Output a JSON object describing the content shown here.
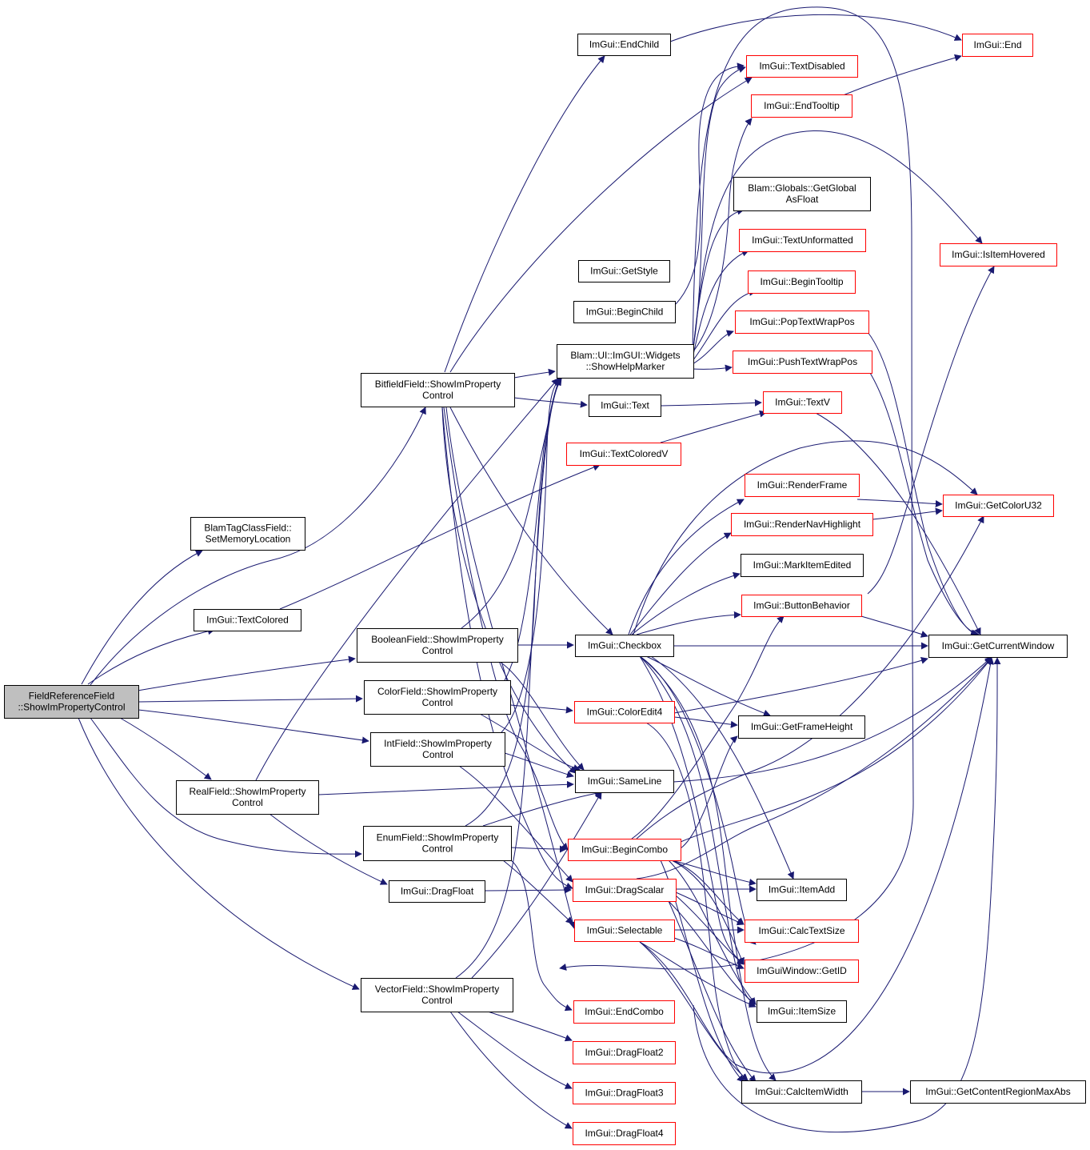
{
  "colors": {
    "edge": "#191970",
    "node_border": "#000000",
    "truncated_border": "#ff0000",
    "root_fill": "#bfbfbf",
    "node_fill": "#ffffff"
  },
  "nodes": [
    {
      "id": "root",
      "lines": [
        "FieldReferenceField",
        "::ShowImPropertyControl"
      ],
      "style": "root"
    },
    {
      "id": "blamtag_setmem",
      "lines": [
        "BlamTagClassField::",
        "SetMemoryLocation"
      ],
      "style": "normal"
    },
    {
      "id": "textcolored",
      "lines": [
        "ImGui::TextColored"
      ],
      "style": "normal"
    },
    {
      "id": "realfield",
      "lines": [
        "RealField::ShowImProperty",
        "Control"
      ],
      "style": "normal"
    },
    {
      "id": "bitfield",
      "lines": [
        "BitfieldField::ShowImProperty",
        "Control"
      ],
      "style": "normal"
    },
    {
      "id": "booleanfield",
      "lines": [
        "BooleanField::ShowImProperty",
        "Control"
      ],
      "style": "normal"
    },
    {
      "id": "colorfield",
      "lines": [
        "ColorField::ShowImProperty",
        "Control"
      ],
      "style": "normal"
    },
    {
      "id": "intfield",
      "lines": [
        "IntField::ShowImProperty",
        "Control"
      ],
      "style": "normal"
    },
    {
      "id": "enumfield",
      "lines": [
        "EnumField::ShowImProperty",
        "Control"
      ],
      "style": "normal"
    },
    {
      "id": "dragfloat",
      "lines": [
        "ImGui::DragFloat"
      ],
      "style": "normal"
    },
    {
      "id": "vectorfield",
      "lines": [
        "VectorField::ShowImProperty",
        "Control"
      ],
      "style": "normal"
    },
    {
      "id": "endchild",
      "lines": [
        "ImGui::EndChild"
      ],
      "style": "normal"
    },
    {
      "id": "getstyle",
      "lines": [
        "ImGui::GetStyle"
      ],
      "style": "normal"
    },
    {
      "id": "beginchild",
      "lines": [
        "ImGui::BeginChild"
      ],
      "style": "normal"
    },
    {
      "id": "showhelpmarker",
      "lines": [
        "Blam::UI::ImGUI::Widgets",
        "::ShowHelpMarker"
      ],
      "style": "normal"
    },
    {
      "id": "text",
      "lines": [
        "ImGui::Text"
      ],
      "style": "normal"
    },
    {
      "id": "textcoloredv",
      "lines": [
        "ImGui::TextColoredV"
      ],
      "style": "truncated"
    },
    {
      "id": "checkbox",
      "lines": [
        "ImGui::Checkbox"
      ],
      "style": "normal"
    },
    {
      "id": "coloredit4",
      "lines": [
        "ImGui::ColorEdit4"
      ],
      "style": "truncated"
    },
    {
      "id": "sameline",
      "lines": [
        "ImGui::SameLine"
      ],
      "style": "normal"
    },
    {
      "id": "begincombo",
      "lines": [
        "ImGui::BeginCombo"
      ],
      "style": "truncated"
    },
    {
      "id": "dragscalar",
      "lines": [
        "ImGui::DragScalar"
      ],
      "style": "truncated"
    },
    {
      "id": "selectable",
      "lines": [
        "ImGui::Selectable"
      ],
      "style": "truncated"
    },
    {
      "id": "endcombo",
      "lines": [
        "ImGui::EndCombo"
      ],
      "style": "truncated"
    },
    {
      "id": "dragfloat2",
      "lines": [
        "ImGui::DragFloat2"
      ],
      "style": "truncated"
    },
    {
      "id": "dragfloat3",
      "lines": [
        "ImGui::DragFloat3"
      ],
      "style": "truncated"
    },
    {
      "id": "dragfloat4",
      "lines": [
        "ImGui::DragFloat4"
      ],
      "style": "truncated"
    },
    {
      "id": "textdisabled",
      "lines": [
        "ImGui::TextDisabled"
      ],
      "style": "truncated"
    },
    {
      "id": "endtooltip",
      "lines": [
        "ImGui::EndTooltip"
      ],
      "style": "truncated"
    },
    {
      "id": "getglobalasfloat",
      "lines": [
        "Blam::Globals::GetGlobal",
        "AsFloat"
      ],
      "style": "normal"
    },
    {
      "id": "textunformatted",
      "lines": [
        "ImGui::TextUnformatted"
      ],
      "style": "truncated"
    },
    {
      "id": "begintooltip",
      "lines": [
        "ImGui::BeginTooltip"
      ],
      "style": "truncated"
    },
    {
      "id": "poptextwrappos",
      "lines": [
        "ImGui::PopTextWrapPos"
      ],
      "style": "truncated"
    },
    {
      "id": "pushtextwrappos",
      "lines": [
        "ImGui::PushTextWrapPos"
      ],
      "style": "truncated"
    },
    {
      "id": "textv",
      "lines": [
        "ImGui::TextV"
      ],
      "style": "truncated"
    },
    {
      "id": "renderframe",
      "lines": [
        "ImGui::RenderFrame"
      ],
      "style": "truncated"
    },
    {
      "id": "rendernavhighlight",
      "lines": [
        "ImGui::RenderNavHighlight"
      ],
      "style": "truncated"
    },
    {
      "id": "markitemedited",
      "lines": [
        "ImGui::MarkItemEdited"
      ],
      "style": "normal"
    },
    {
      "id": "buttonbehavior",
      "lines": [
        "ImGui::ButtonBehavior"
      ],
      "style": "truncated"
    },
    {
      "id": "getframeheight",
      "lines": [
        "ImGui::GetFrameHeight"
      ],
      "style": "normal"
    },
    {
      "id": "itemadd",
      "lines": [
        "ImGui::ItemAdd"
      ],
      "style": "normal"
    },
    {
      "id": "calctextsize",
      "lines": [
        "ImGui::CalcTextSize"
      ],
      "style": "truncated"
    },
    {
      "id": "getid",
      "lines": [
        "ImGuiWindow::GetID"
      ],
      "style": "truncated"
    },
    {
      "id": "itemsize",
      "lines": [
        "ImGui::ItemSize"
      ],
      "style": "normal"
    },
    {
      "id": "calcitemwidth",
      "lines": [
        "ImGui::CalcItemWidth"
      ],
      "style": "normal"
    },
    {
      "id": "end",
      "lines": [
        "ImGui::End"
      ],
      "style": "truncated"
    },
    {
      "id": "isitemhovered",
      "lines": [
        "ImGui::IsItemHovered"
      ],
      "style": "truncated"
    },
    {
      "id": "getcoloru32",
      "lines": [
        "ImGui::GetColorU32"
      ],
      "style": "truncated"
    },
    {
      "id": "getcurrentwindow",
      "lines": [
        "ImGui::GetCurrentWindow"
      ],
      "style": "normal"
    },
    {
      "id": "getcontentregionmaxabs",
      "lines": [
        "ImGui::GetContentRegionMaxAbs"
      ],
      "style": "normal"
    }
  ]
}
